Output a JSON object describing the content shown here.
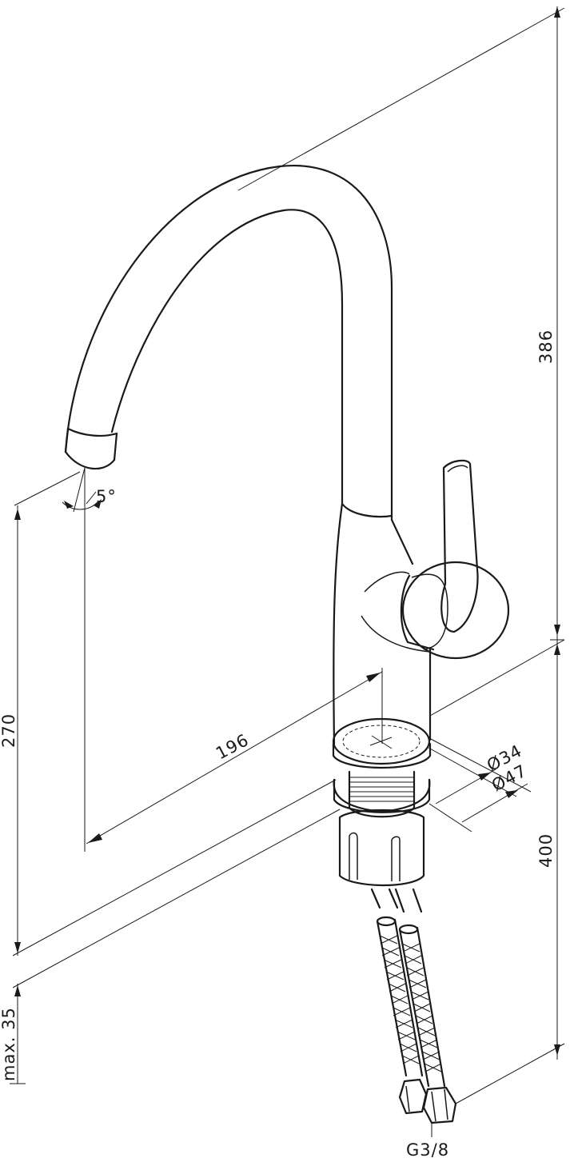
{
  "dimensions": {
    "height_total": "386",
    "spout_height": "270",
    "spout_reach": "196",
    "spout_angle": "5°",
    "diameter_inner": "Ø34",
    "diameter_outer": "Ø47",
    "hose_length": "400",
    "countertop_max": "max. 35",
    "thread": "G3/8"
  }
}
